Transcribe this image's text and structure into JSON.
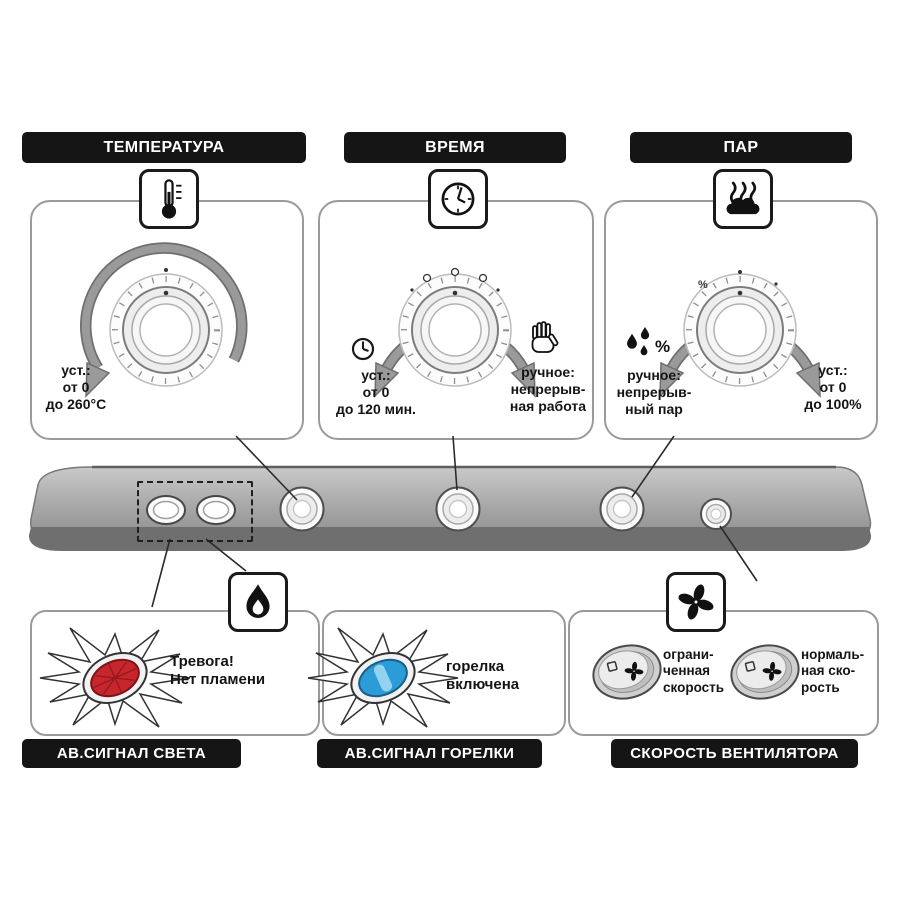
{
  "sections": {
    "temperature": {
      "title": "ТЕМПЕРАТУРА",
      "set_note": "уст.:\nот 0\nдо 260°C"
    },
    "time": {
      "title": "ВРЕМЯ",
      "set_note": "уст.:\nот 0\nдо 120 мин.",
      "manual_note": "ручное:\nнепрерыв-\nная работа"
    },
    "steam": {
      "title": "ПАР",
      "manual_note": "ручное:\nнепрерыв-\nный пар",
      "set_note": "уст.:\nот 0\nдо 100%"
    }
  },
  "alarms": {
    "light": {
      "title": "АВ.СИГНАЛ СВЕТА",
      "note": "Тревога!\nНет пламени"
    },
    "burner": {
      "title": "АВ.СИГНАЛ ГОРЕЛКИ",
      "note": "горелка\nвключена"
    }
  },
  "fan": {
    "title": "СКОРОСТЬ ВЕНТИЛЯТОРА",
    "limited_note": "ограни-\nченная\nскорость",
    "normal_note": "нормаль-\nная ско-\nрость"
  },
  "icons": {
    "temperature": "thermometer-icon",
    "time": "clock-icon",
    "steam": "steam-icon",
    "time_set": "clock-small-icon",
    "time_manual": "hand-icon",
    "steam_manual": "drops-percent-icon",
    "burner": "flame-icon",
    "fan": "fan-icon"
  },
  "colors": {
    "alarm_red": "#c8262c",
    "alarm_red_dark": "#8e1a1f",
    "burner_blue": "#2b9cd8",
    "burner_blue_light": "#9fd9f2",
    "label_bg": "#151515",
    "strip_gray": "#a9a9a9"
  }
}
